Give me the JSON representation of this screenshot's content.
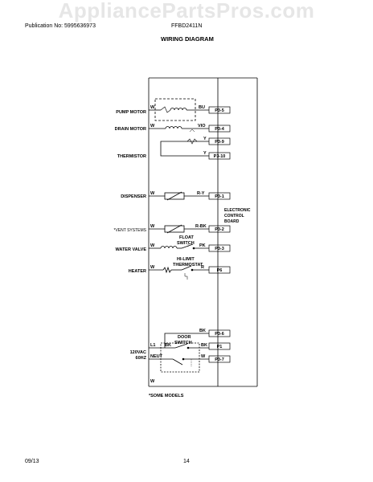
{
  "watermark": "AppliancePartsPros.com",
  "header": {
    "publication": "Publication No: 5995636973",
    "model": "FFBD2411N"
  },
  "title": "WIRING DIAGRAM",
  "footer": {
    "date": "09/13",
    "page": "14"
  },
  "colors": {
    "line": "#000000",
    "watermark": "#e6e6e6"
  },
  "diagram": {
    "board_label": [
      "ELECTRONIC",
      "CONTROL",
      "BOARD"
    ],
    "note": "*SOME MODELS",
    "power_label": [
      "120VAC",
      "60HZ"
    ],
    "components": {
      "pump_motor": "PUMP MOTOR",
      "drain_motor": "DRAIN MOTOR",
      "thermistor": "THERMISTOR",
      "dispenser": "DISPENSER",
      "vent": "*VENT SYSTEMS",
      "water_valve": "WATER VALVE",
      "heater": "HEATER",
      "float_switch": [
        "FLOAT",
        "SWITCH"
      ],
      "hi_limit": [
        "HI-LIMIT",
        "THERMOSTAT"
      ],
      "door_switch": [
        "DOOR",
        "SWITCH"
      ]
    },
    "connectors": [
      "P3-5",
      "P3-4",
      "P3-9",
      "P3-10",
      "P3-1",
      "P3-2",
      "P3-3",
      "P6",
      "P3-6",
      "P1",
      "P3-7"
    ],
    "wires": {
      "pump_w": "W",
      "pump_bu": "BU",
      "drain_w": "W",
      "drain_vio": "VIO",
      "therm_y1": "Y",
      "therm_y2": "Y",
      "disp_w": "W",
      "disp_ry": "R-Y",
      "vent_w": "W",
      "vent_rbk": "R-BK",
      "valve_w": "W",
      "valve_pk": "PK",
      "heater_w": "W",
      "heater_r": "R",
      "bk_top": "BK",
      "l1": "L1",
      "bk_l1": "BK",
      "bk_p1": "BK",
      "neut": "NEUT",
      "neut_w": "W",
      "bottom_w": "W"
    }
  }
}
